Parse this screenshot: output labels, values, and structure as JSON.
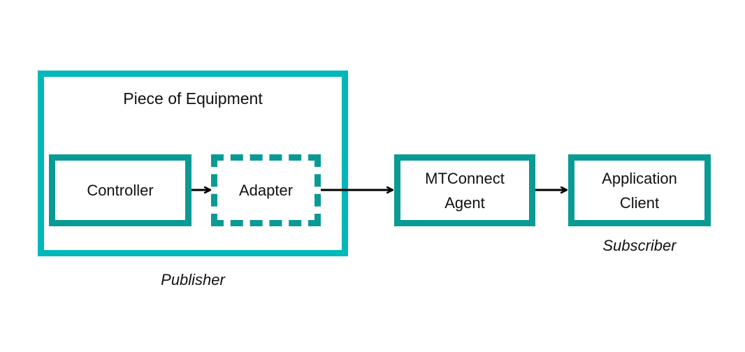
{
  "group": {
    "title": "Piece of Equipment",
    "caption": "Publisher"
  },
  "nodes": {
    "controller": "Controller",
    "adapter": "Adapter",
    "agent_line1": "MTConnect",
    "agent_line2": "Agent",
    "client_line1": "Application",
    "client_line2": "Client"
  },
  "captions": {
    "subscriber": "Subscriber"
  },
  "colors": {
    "outer_border": "#00b8ba",
    "node_border": "#0a9a96",
    "arrow": "#000000"
  },
  "edges": [
    {
      "from": "Controller",
      "to": "Adapter"
    },
    {
      "from": "Adapter",
      "to": "MTConnect Agent"
    },
    {
      "from": "MTConnect Agent",
      "to": "Application Client"
    }
  ]
}
